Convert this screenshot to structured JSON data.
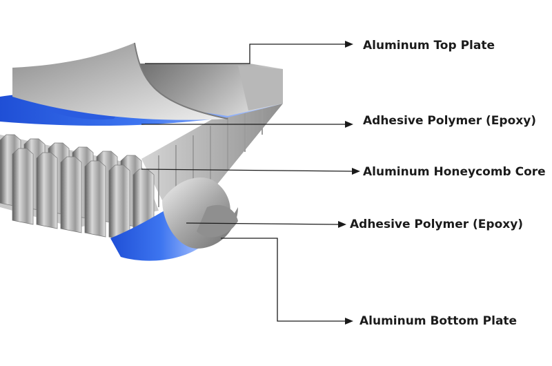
{
  "labels": {
    "top_plate": "Aluminum Top Plate",
    "adhesive_top": "Adhesive Polymer (Epoxy)",
    "core": "Aluminum Honeycomb Core",
    "adhesive_bottom": "Adhesive Polymer (Epoxy)",
    "bottom_plate": "Aluminum Bottom Plate"
  },
  "colors": {
    "adhesive": "#2f63e6",
    "aluminum": "#a9a9a9",
    "leader": "#1a1a1a"
  }
}
